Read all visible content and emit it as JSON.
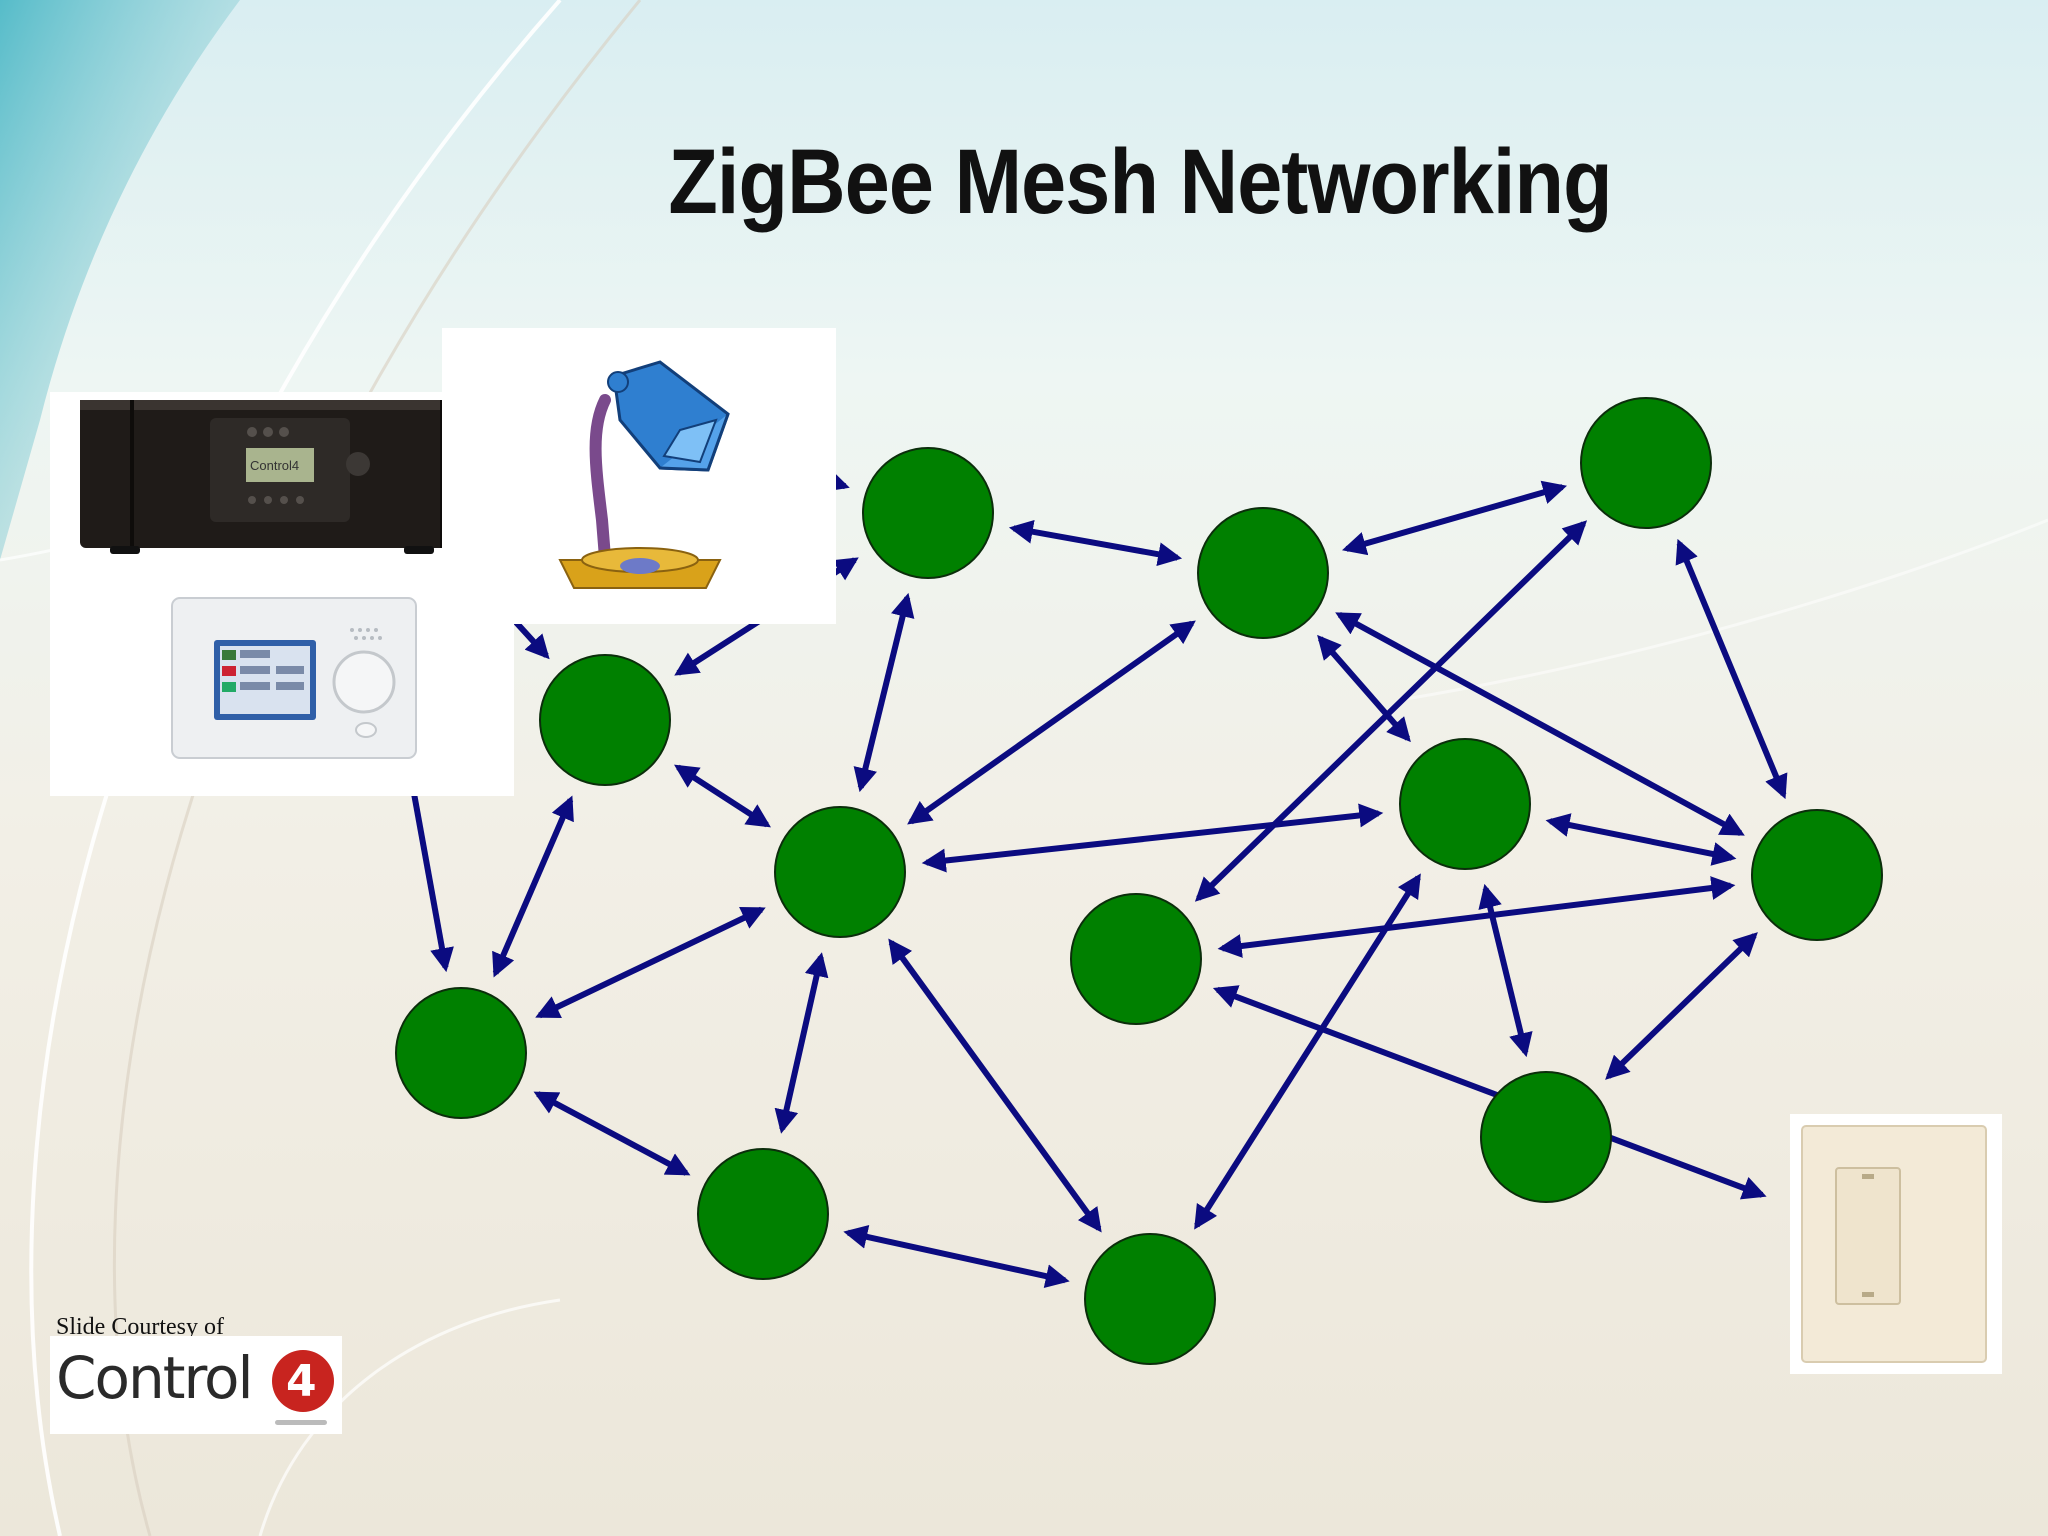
{
  "slide": {
    "title": "ZigBee Mesh Networking",
    "courtesy": "Slide Courtesy of",
    "logo_text": "Control",
    "logo_badge": "4"
  },
  "colors": {
    "node_fill": "#008000",
    "node_stroke": "#0b2e0b",
    "arrow": "#0b0b80"
  },
  "devices": [
    {
      "id": "controller",
      "icon": "home-controller-icon",
      "screen_text": "Control4"
    },
    {
      "id": "touchpanel",
      "icon": "touch-panel-icon"
    },
    {
      "id": "lamp",
      "icon": "desk-lamp-icon"
    },
    {
      "id": "switch",
      "icon": "light-switch-icon"
    }
  ],
  "nodes": [
    {
      "id": "n1"
    },
    {
      "id": "n2"
    },
    {
      "id": "n3"
    },
    {
      "id": "n4"
    },
    {
      "id": "n5"
    },
    {
      "id": "n6"
    },
    {
      "id": "n7"
    },
    {
      "id": "n8"
    },
    {
      "id": "n9"
    },
    {
      "id": "n10"
    },
    {
      "id": "n11"
    },
    {
      "id": "n12"
    },
    {
      "id": "n13"
    },
    {
      "id": "n14"
    }
  ],
  "links": [
    [
      "lamp",
      "n1"
    ],
    [
      "n1",
      "n2"
    ],
    [
      "n2",
      "n3"
    ],
    [
      "n1",
      "n4"
    ],
    [
      "n1",
      "n5"
    ],
    [
      "controller",
      "n4"
    ],
    [
      "n4",
      "n5"
    ],
    [
      "n4",
      "n9"
    ],
    [
      "controller",
      "n9"
    ],
    [
      "n2",
      "n5"
    ],
    [
      "n2",
      "n6"
    ],
    [
      "n2",
      "n7"
    ],
    [
      "n3",
      "n7"
    ],
    [
      "n3",
      "n8"
    ],
    [
      "n7",
      "n8"
    ],
    [
      "n5",
      "n6"
    ],
    [
      "n6",
      "n7"
    ],
    [
      "n5",
      "n9"
    ],
    [
      "n5",
      "n10"
    ],
    [
      "n5",
      "n11"
    ],
    [
      "n9",
      "n10"
    ],
    [
      "n6",
      "n11"
    ],
    [
      "n6",
      "n12"
    ],
    [
      "n7",
      "n12"
    ],
    [
      "n8",
      "n13"
    ],
    [
      "n10",
      "n11"
    ],
    [
      "n12",
      "n13"
    ],
    [
      "n8",
      "switch"
    ],
    [
      "n13",
      "switch"
    ],
    [
      "n11",
      "n14"
    ]
  ]
}
